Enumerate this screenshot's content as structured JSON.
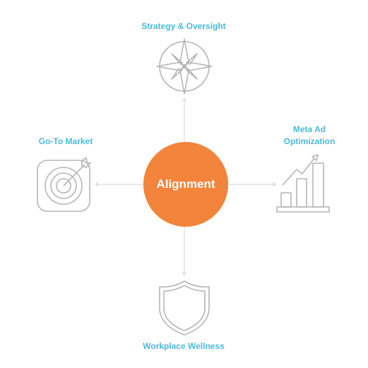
{
  "hub": {
    "label": "Alignment",
    "color": "#f3843b"
  },
  "nodes": {
    "top": {
      "label": "Strategy & Oversight",
      "icon": "compass-icon"
    },
    "left": {
      "label": "Go-To Market",
      "icon": "target-icon"
    },
    "right": {
      "label_line1": "Meta Ad",
      "label_line2": "Optimization",
      "icon": "growth-chart-icon"
    },
    "bottom": {
      "label": "Workplace Wellness",
      "icon": "shield-icon"
    }
  },
  "colors": {
    "label": "#4ab9d9",
    "icon_stroke": "#b5b5b5",
    "connector": "#d3d3d3"
  }
}
